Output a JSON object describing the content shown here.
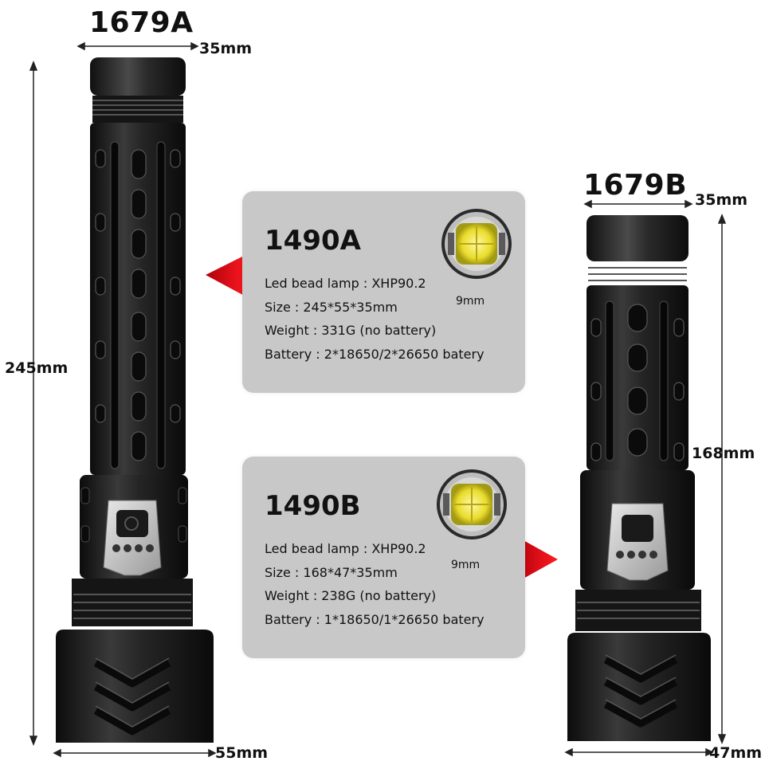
{
  "left": {
    "model": "1679A",
    "head_width": "35mm",
    "length": "245mm",
    "tail_width": "55mm"
  },
  "right": {
    "model": "1679B",
    "head_width": "35mm",
    "length": "168mm",
    "tail_width": "47mm"
  },
  "cards": [
    {
      "title": "1490A",
      "led_size": "9mm",
      "specs": [
        "Led bead lamp : XHP90.2",
        "Size : 245*55*35mm",
        "Weight : 331G (no battery)",
        "Battery : 2*18650/2*26650 batery"
      ]
    },
    {
      "title": "1490B",
      "led_size": "9mm",
      "specs": [
        "Led bead lamp : XHP90.2",
        "Size : 168*47*35mm",
        "Weight : 238G (no battery)",
        "Battery : 1*18650/1*26650 batery"
      ]
    }
  ],
  "colors": {
    "arrow": "#e0000f",
    "card_bg": "#c8c8c8",
    "led": "#f1e33a",
    "body": "#1b1b1b"
  }
}
